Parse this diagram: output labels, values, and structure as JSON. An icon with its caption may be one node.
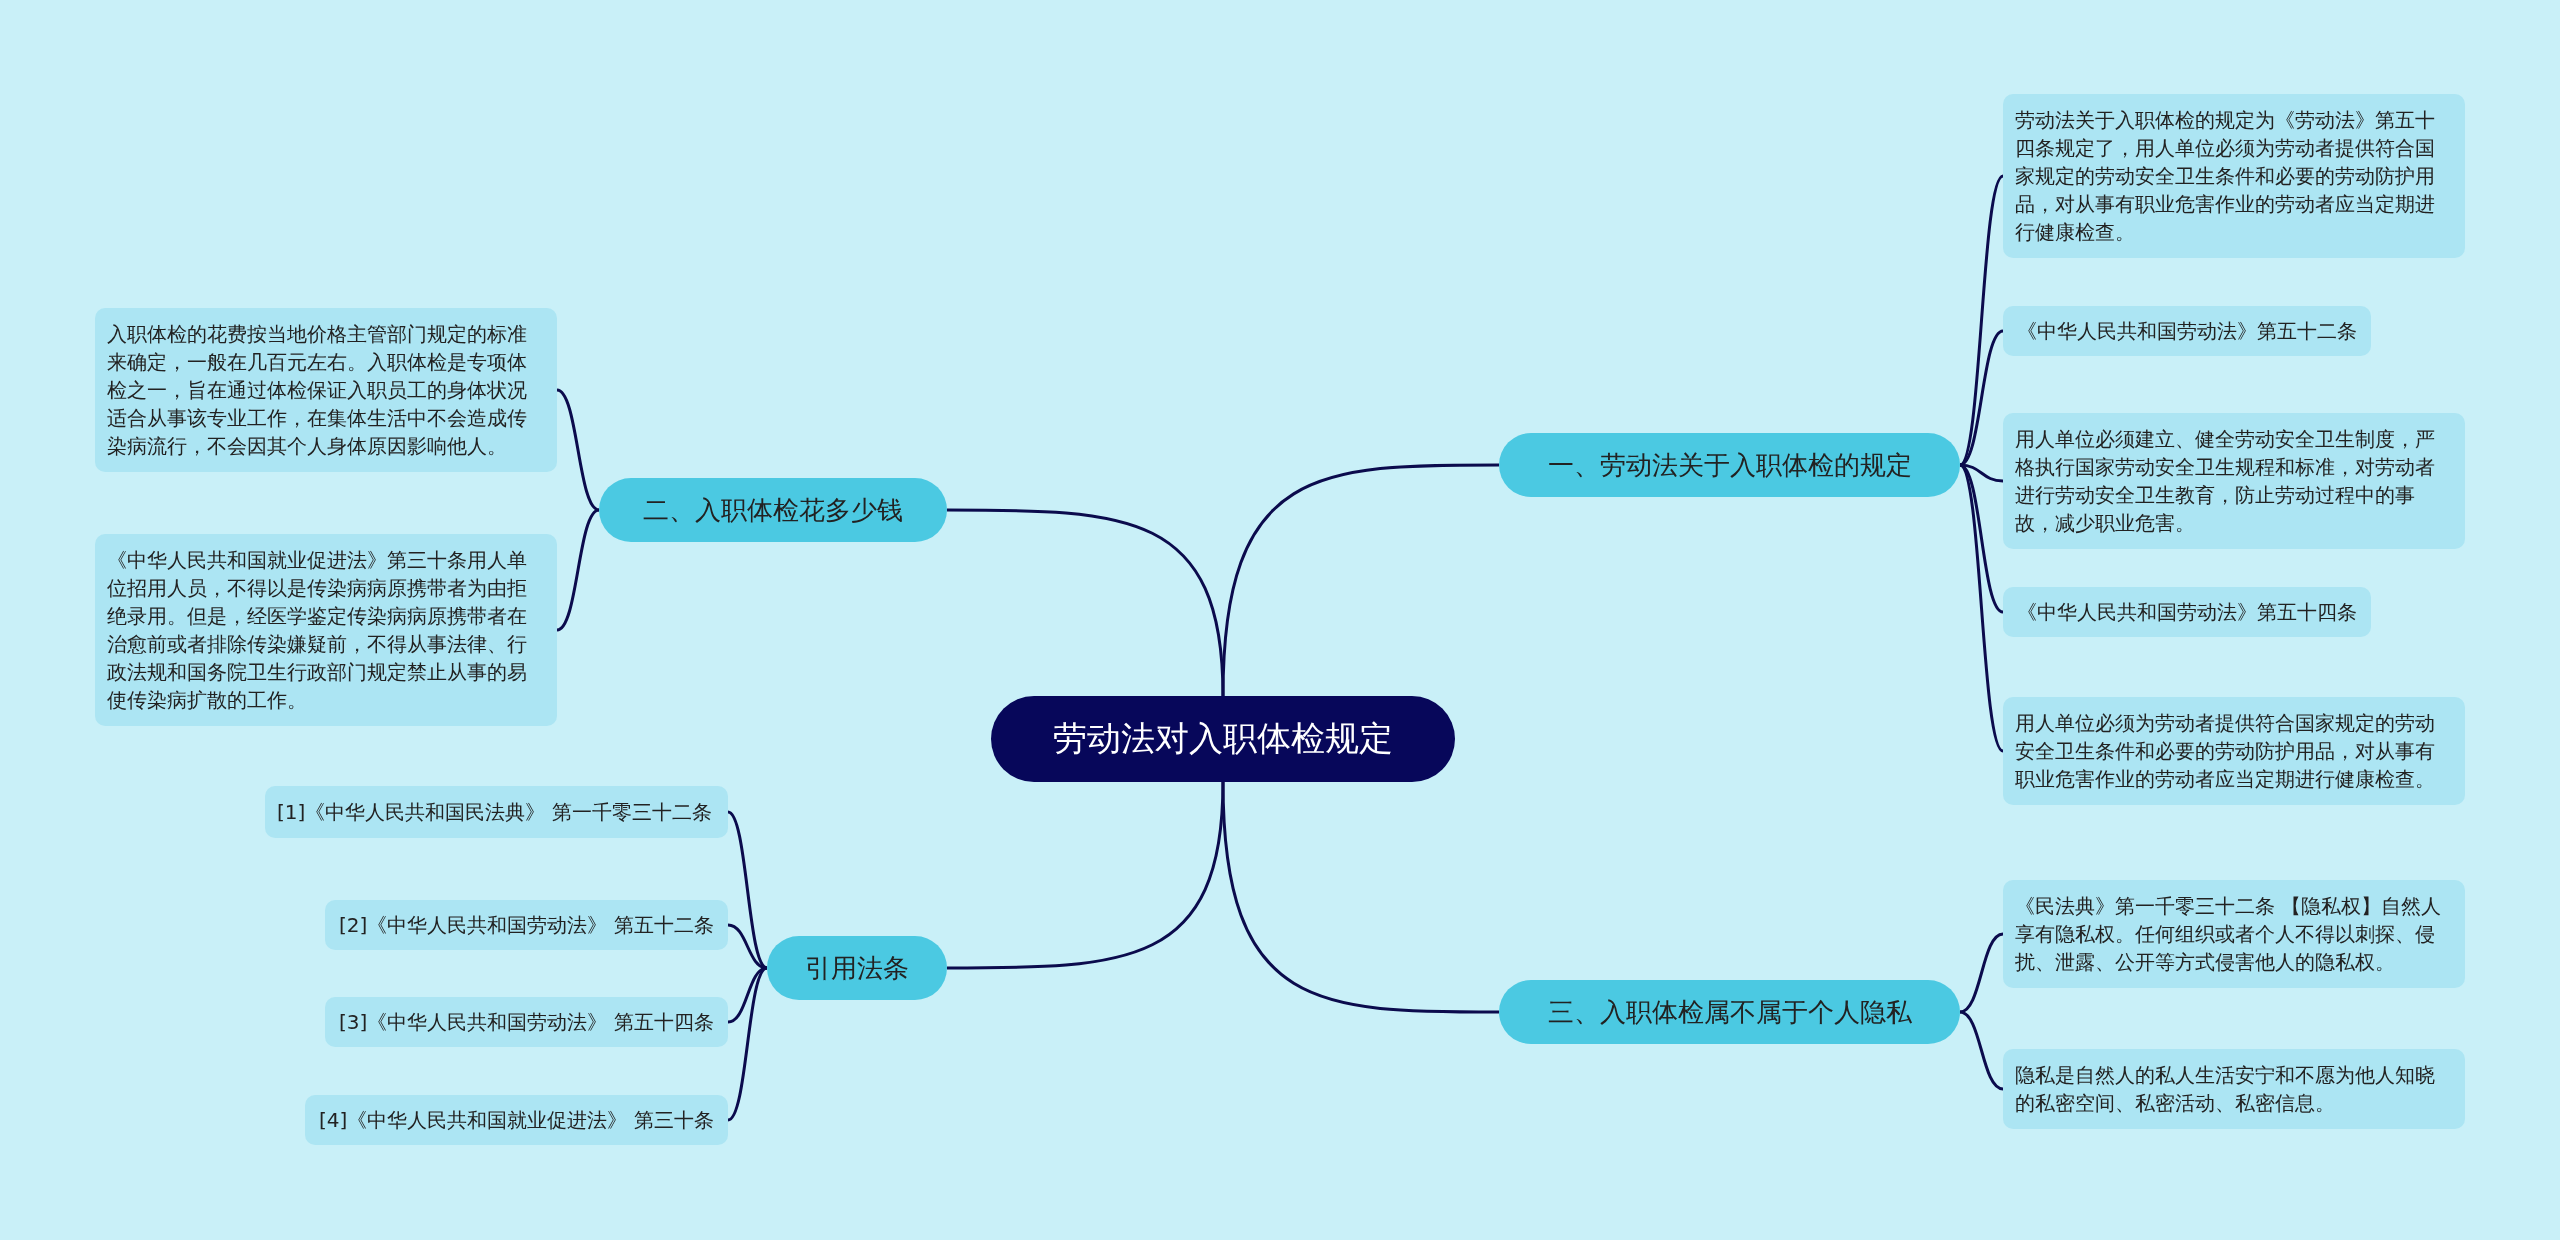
{
  "diagram": {
    "nodes": [
      {
        "text": [
          "劳动法对入职体检规定"
        ]
      },
      {
        "text": [
          "一、劳动法关于入职体检的规定"
        ]
      },
      {
        "text": [
          "劳动法关于入职体检的规定为《劳动法》第五十四条规定了，用人单位必须为劳动者提供符合国家规定的劳动安全卫生条件和必要的劳动防护用品，对从事有职业危害作业的劳动者应当定期进行健康检查。"
        ]
      },
      {
        "text": [
          "《中华人民共和国劳动法》第五十二条"
        ]
      },
      {
        "text": [
          "用人单位必须建立、健全劳动安全卫生制度，严格执行国家劳动安全卫生规程和标准，对劳动者进行劳动安全卫生教育，防止劳动过程中的事故，减少职业危害。"
        ]
      },
      {
        "text": [
          "《中华人民共和国劳动法》第五十四条"
        ]
      },
      {
        "text": [
          "用人单位必须为劳动者提供符合国家规定的劳动安全卫生条件和必要的劳动防护用品，对从事有职业危害作业的劳动者应当定期进行健康检查。"
        ]
      },
      {
        "text": [
          "三、入职体检属不属于个人隐私"
        ]
      },
      {
        "text": [
          "《民法典》第一千零三十二条 【隐私权】自然人享有隐私权。任何组织或者个人不得以刺探、侵扰、泄露、公开等方式侵害他人的隐私权。"
        ]
      },
      {
        "text": [
          "隐私是自然人的私人生活安宁和不愿为他人知晓的私密空间、私密活动、私密信息。"
        ]
      },
      {
        "text": [
          "二、入职体检花多少钱"
        ]
      },
      {
        "text": [
          "入职体检的花费按当地价格主管部门规定的标准来确定，一般在几百元左右。入职体检是专项体检之一，旨在通过体检保证入职员工的身体状况适合从事该专业工作，在集体生活中不会造成传染病流行，不会因其个人身体原因影响他人。"
        ]
      },
      {
        "text": [
          "《中华人民共和国就业促进法》第三十条用人单位招用人员，不得以是传染病病原携带者为由拒绝录用。但是，经医学鉴定传染病病原携带者在治愈前或者排除传染嫌疑前，不得从事法律、行政法规和国务院卫生行政部门规定禁止从事的易使传染病扩散的工作。"
        ]
      },
      {
        "text": [
          "引用法条"
        ]
      },
      {
        "text": [
          "[1]《中华人民共和国民法典》 第一千零三十二条"
        ]
      },
      {
        "text": [
          "[2]《中华人民共和国劳动法》 第五十二条"
        ]
      },
      {
        "text": [
          "[3]《中华人民共和国劳动法》 第五十四条"
        ]
      },
      {
        "text": [
          "[4]《中华人民共和国就业促进法》 第三十条"
        ]
      }
    ],
    "edges": [
      {
        "from": 0,
        "to": 1,
        "arrow": "none"
      },
      {
        "from": 1,
        "to": 2,
        "arrow": "none"
      },
      {
        "from": 1,
        "to": 3,
        "arrow": "none"
      },
      {
        "from": 1,
        "to": 4,
        "arrow": "none"
      },
      {
        "from": 1,
        "to": 5,
        "arrow": "none"
      },
      {
        "from": 1,
        "to": 6,
        "arrow": "none"
      },
      {
        "from": 0,
        "to": 7,
        "arrow": "none"
      },
      {
        "from": 7,
        "to": 8,
        "arrow": "none"
      },
      {
        "from": 7,
        "to": 9,
        "arrow": "none"
      },
      {
        "from": 0,
        "to": 10,
        "arrow": "none"
      },
      {
        "from": 10,
        "to": 11,
        "arrow": "none"
      },
      {
        "from": 10,
        "to": 12,
        "arrow": "none"
      },
      {
        "from": 0,
        "to": 13,
        "arrow": "none"
      },
      {
        "from": 13,
        "to": 14,
        "arrow": "none"
      },
      {
        "from": 13,
        "to": 15,
        "arrow": "none"
      },
      {
        "from": 13,
        "to": 16,
        "arrow": "none"
      },
      {
        "from": 13,
        "to": 17,
        "arrow": "none"
      }
    ]
  }
}
